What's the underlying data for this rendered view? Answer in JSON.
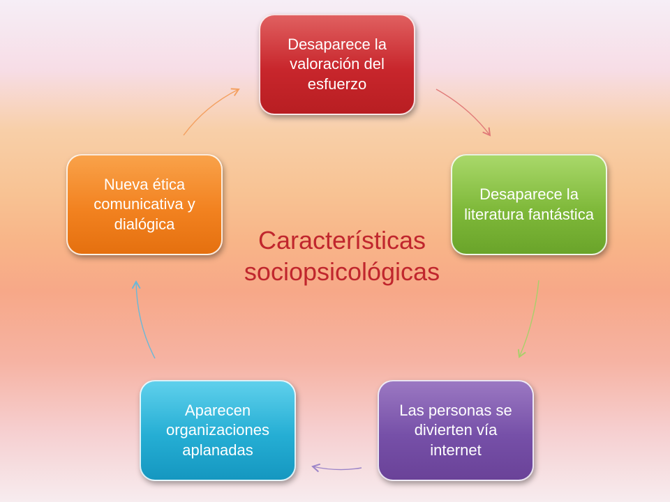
{
  "center_title": {
    "line1": "Características",
    "line2": "sociopsicológicas"
  },
  "nodes": [
    {
      "id": "top",
      "text": "Desaparece la valoración del esfuerzo",
      "color": "#c8262c"
    },
    {
      "id": "right",
      "text": "Desaparece la literatura fantástica",
      "color": "#7fb93a"
    },
    {
      "id": "bottom_right",
      "text": "Las personas se divierten vía internet",
      "color": "#7650a8"
    },
    {
      "id": "bottom_left",
      "text": "Aparecen organizaciones aplanadas",
      "color": "#25aed4"
    },
    {
      "id": "left",
      "text": "Nueva ética comunicativa y dialógica",
      "color": "#f28220"
    }
  ],
  "arrow_colors": [
    "#e07a78",
    "#a9cf6a",
    "#9b84c8",
    "#6ab8d8",
    "#f4a060"
  ]
}
